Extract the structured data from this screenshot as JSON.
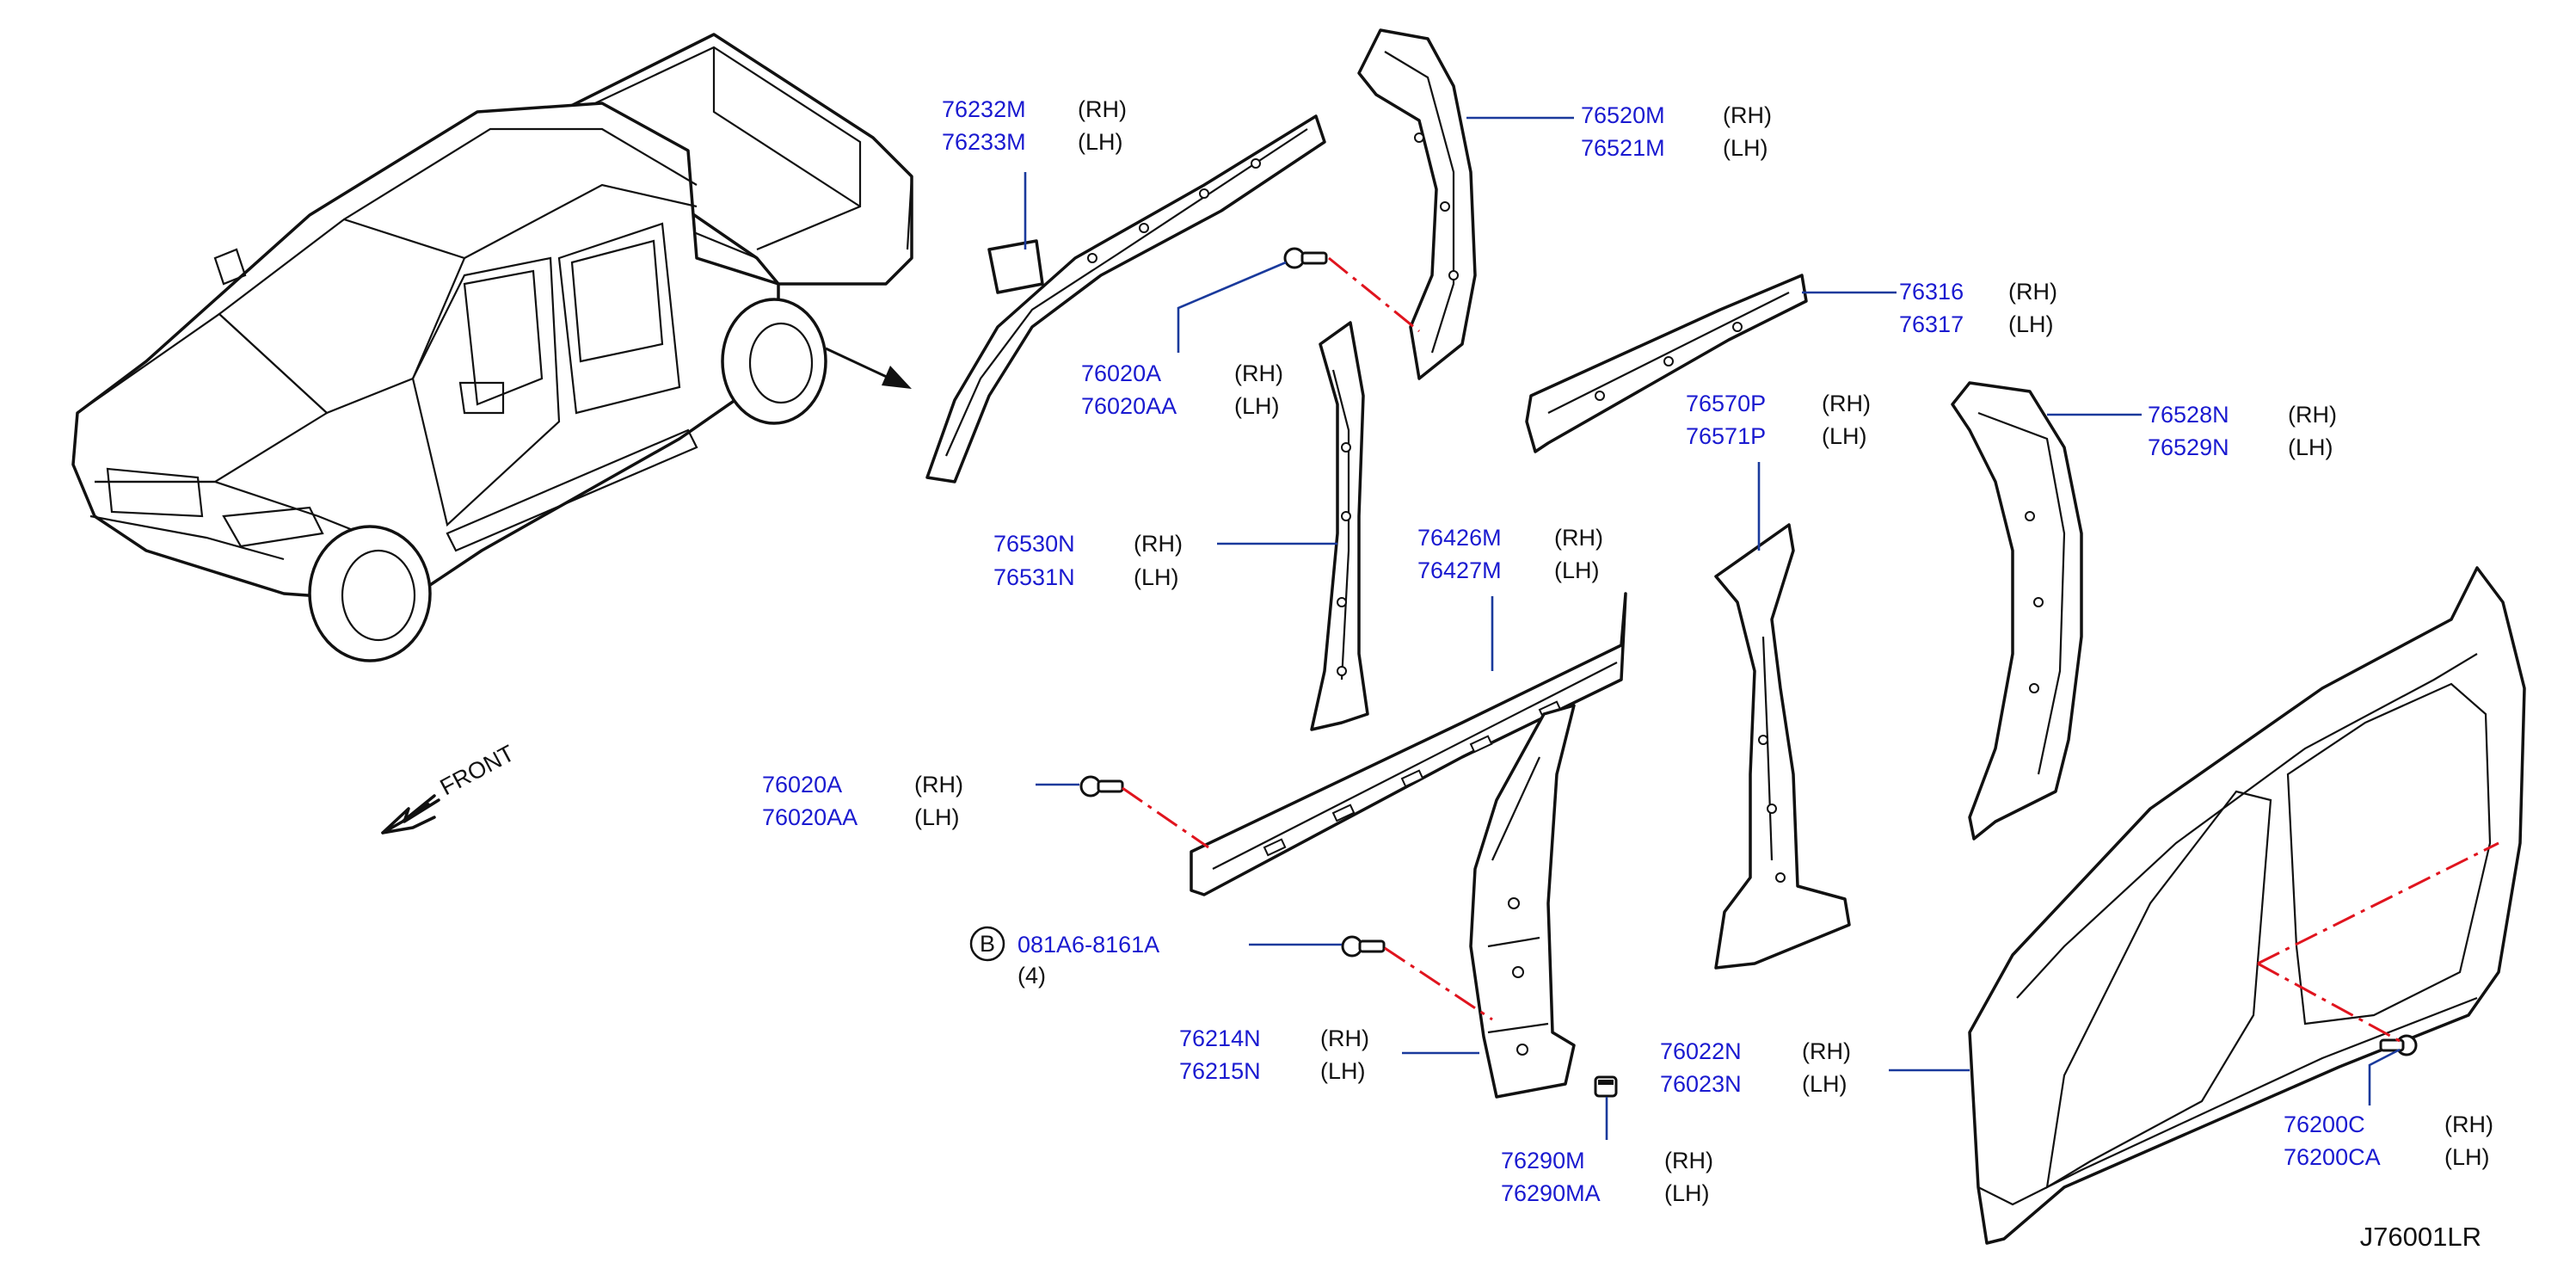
{
  "diagram_id": "J76001LR",
  "front_label": "FRONT",
  "callouts": [
    {
      "id": "roof-rail",
      "parts": [
        {
          "number": "76232M",
          "side": "(RH)"
        },
        {
          "number": "76233M",
          "side": "(LH)"
        }
      ]
    },
    {
      "id": "rear-pillar-upper",
      "parts": [
        {
          "number": "76520M",
          "side": "(RH)"
        },
        {
          "number": "76521M",
          "side": "(LH)"
        }
      ]
    },
    {
      "id": "roof-bolt",
      "parts": [
        {
          "number": "76020A",
          "side": "(RH)"
        },
        {
          "number": "76020AA",
          "side": "(LH)"
        }
      ]
    },
    {
      "id": "roof-side-brace",
      "parts": [
        {
          "number": "76316",
          "side": "(RH)"
        },
        {
          "number": "76317",
          "side": "(LH)"
        }
      ]
    },
    {
      "id": "center-pillar-inner",
      "parts": [
        {
          "number": "76570P",
          "side": "(RH)"
        },
        {
          "number": "76571P",
          "side": "(LH)"
        }
      ]
    },
    {
      "id": "rear-pillar-inner",
      "parts": [
        {
          "number": "76528N",
          "side": "(RH)"
        },
        {
          "number": "76529N",
          "side": "(LH)"
        }
      ]
    },
    {
      "id": "center-pillar",
      "parts": [
        {
          "number": "76530N",
          "side": "(RH)"
        },
        {
          "number": "76531N",
          "side": "(LH)"
        }
      ]
    },
    {
      "id": "sill-inner",
      "parts": [
        {
          "number": "76426M",
          "side": "(RH)"
        },
        {
          "number": "76427M",
          "side": "(LH)"
        }
      ]
    },
    {
      "id": "sill-bolt",
      "parts": [
        {
          "number": "76020A",
          "side": "(RH)"
        },
        {
          "number": "76020AA",
          "side": "(LH)"
        }
      ]
    },
    {
      "id": "front-pillar-bolt",
      "badge": "B",
      "parts": [
        {
          "number": "081A6-8161A",
          "side": ""
        }
      ],
      "quantity": "(4)"
    },
    {
      "id": "front-pillar-lower",
      "parts": [
        {
          "number": "76214N",
          "side": "(RH)"
        },
        {
          "number": "76215N",
          "side": "(LH)"
        }
      ]
    },
    {
      "id": "body-side-outer",
      "parts": [
        {
          "number": "76022N",
          "side": "(RH)"
        },
        {
          "number": "76023N",
          "side": "(LH)"
        }
      ]
    },
    {
      "id": "clip",
      "parts": [
        {
          "number": "76290M",
          "side": "(RH)"
        },
        {
          "number": "76290MA",
          "side": "(LH)"
        }
      ]
    },
    {
      "id": "body-side-bolt",
      "parts": [
        {
          "number": "76200C",
          "side": "(RH)"
        },
        {
          "number": "76200CA",
          "side": "(LH)"
        }
      ]
    }
  ]
}
